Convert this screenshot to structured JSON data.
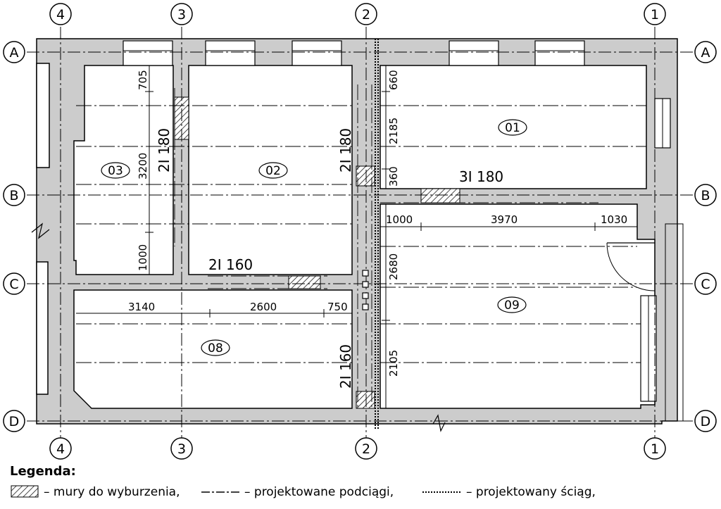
{
  "axes": {
    "columns": [
      "4",
      "3",
      "2",
      "1"
    ],
    "rows": [
      "A",
      "B",
      "C",
      "D"
    ]
  },
  "rooms": [
    "01",
    "02",
    "03",
    "08",
    "09"
  ],
  "beams": {
    "b1": "3I 180",
    "b2": "2I 180",
    "b3": "2I 180",
    "b4": "2I 160",
    "b5": "2I 160"
  },
  "dimensions": {
    "d705": "705",
    "d3200": "3200",
    "d1000v": "1000",
    "d660": "660",
    "d2185": "2185",
    "d360": "360",
    "d1000h": "1000",
    "d3970": "3970",
    "d1030": "1030",
    "d2680": "2680",
    "d2105": "2105",
    "d3140": "3140",
    "d2600": "2600",
    "d750": "750"
  },
  "legend": {
    "title": "Legenda:",
    "item1": "– mury do wyburzenia,",
    "item2": "– projektowane podciągi,",
    "item3": "– projektowany ściąg,"
  },
  "colors": {
    "wall": "#cccccc",
    "line": "#000000"
  }
}
